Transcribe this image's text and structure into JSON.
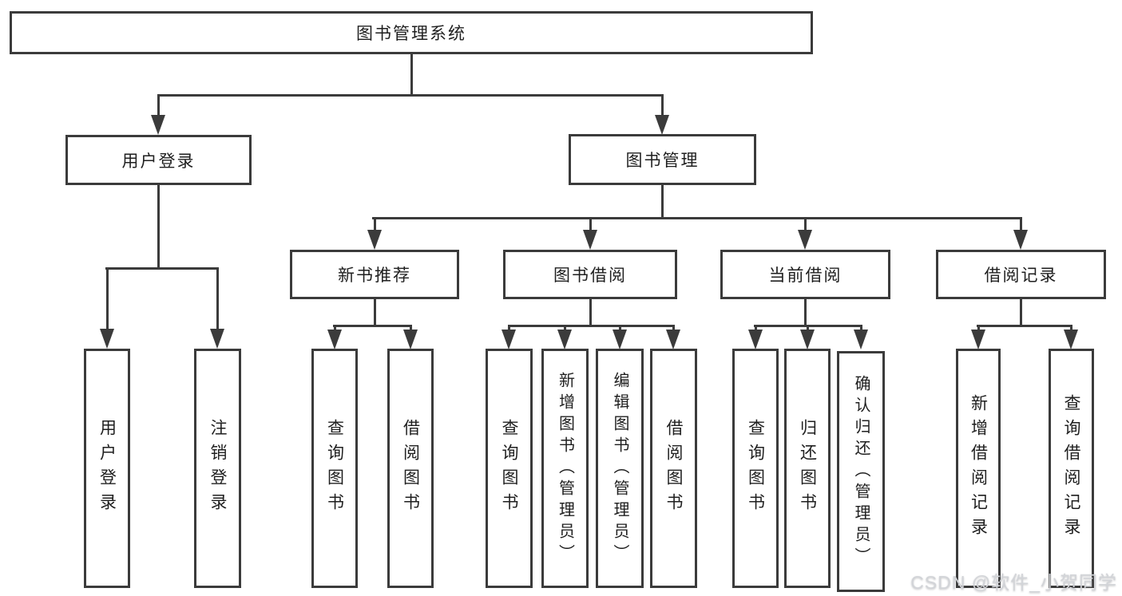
{
  "diagram": {
    "root": "图书管理系统",
    "branches": [
      {
        "label": "用户登录",
        "children": [
          "用户登录",
          "注销登录"
        ]
      },
      {
        "label": "图书管理",
        "sections": [
          {
            "label": "新书推荐",
            "children": [
              "查询图书",
              "借阅图书"
            ]
          },
          {
            "label": "图书借阅",
            "children": [
              "查询图书",
              "新增图书（管理员）",
              "编辑图书（管理员）",
              "借阅图书"
            ]
          },
          {
            "label": "当前借阅",
            "children": [
              "查询图书",
              "归还图书",
              "确认归还（管理员）"
            ]
          },
          {
            "label": "借阅记录",
            "children": [
              "新增借阅记录",
              "查询借阅记录"
            ]
          }
        ]
      }
    ]
  },
  "watermark": "CSDN @软件_小贺同学",
  "colors": {
    "line": "#3b3b3b",
    "text": "#1f1f1f",
    "watermark": "#d2d4d8",
    "background": "#ffffff"
  }
}
